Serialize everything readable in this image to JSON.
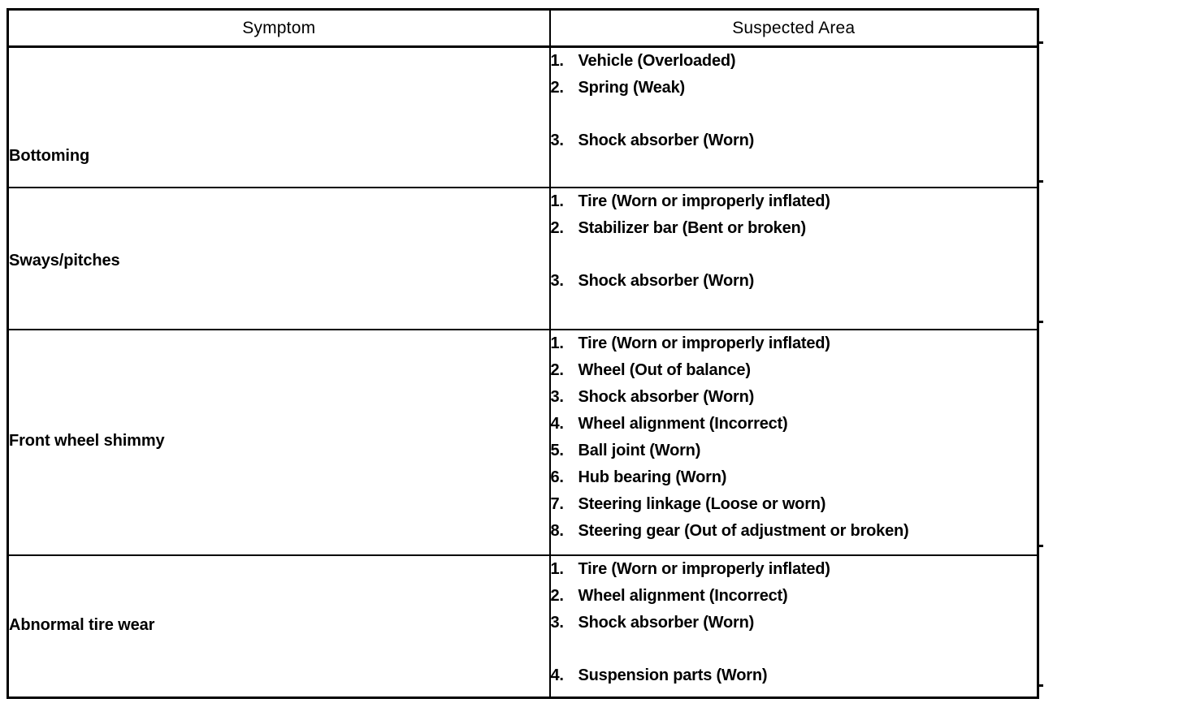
{
  "document": {
    "type": "diagnostic-table",
    "columns": [
      {
        "key": "symptom",
        "header": "Symptom"
      },
      {
        "key": "suspected_area",
        "header": "Suspected Area"
      }
    ],
    "rows": [
      {
        "symptom": "Bottoming",
        "suspected_area": [
          {
            "num": "1.",
            "text": "Vehicle (Overloaded)",
            "gap_before": false
          },
          {
            "num": "2.",
            "text": "Spring (Weak)",
            "gap_before": false
          },
          {
            "num": "3.",
            "text": "Shock absorber (Worn)",
            "gap_before": true
          }
        ]
      },
      {
        "symptom": "Sways/pitches",
        "suspected_area": [
          {
            "num": "1.",
            "text": "Tire (Worn or improperly inflated)",
            "gap_before": false
          },
          {
            "num": "2.",
            "text": "Stabilizer bar (Bent or broken)",
            "gap_before": false
          },
          {
            "num": "3.",
            "text": "Shock absorber (Worn)",
            "gap_before": true
          }
        ]
      },
      {
        "symptom": "Front wheel shimmy",
        "suspected_area": [
          {
            "num": "1.",
            "text": "Tire (Worn or improperly inflated)",
            "gap_before": false
          },
          {
            "num": "2.",
            "text": "Wheel (Out of balance)",
            "gap_before": false
          },
          {
            "num": "3.",
            "text": "Shock absorber (Worn)",
            "gap_before": false
          },
          {
            "num": "4.",
            "text": "Wheel alignment (Incorrect)",
            "gap_before": false
          },
          {
            "num": "5.",
            "text": "Ball joint (Worn)",
            "gap_before": false
          },
          {
            "num": "6.",
            "text": "Hub bearing (Worn)",
            "gap_before": false
          },
          {
            "num": "7.",
            "text": "Steering linkage (Loose or worn)",
            "gap_before": false
          },
          {
            "num": "8.",
            "text": "Steering gear (Out of adjustment or broken)",
            "gap_before": false
          }
        ]
      },
      {
        "symptom": "Abnormal tire wear",
        "suspected_area": [
          {
            "num": "1.",
            "text": "Tire (Worn or improperly inflated)",
            "gap_before": false
          },
          {
            "num": "2.",
            "text": "Wheel alignment (Incorrect)",
            "gap_before": false
          },
          {
            "num": "3.",
            "text": "Shock absorber (Worn)",
            "gap_before": false
          },
          {
            "num": "4.",
            "text": "Suspension parts (Worn)",
            "gap_before": true
          }
        ]
      }
    ],
    "colors": {
      "ink": "#000000",
      "paper": "#ffffff"
    }
  }
}
